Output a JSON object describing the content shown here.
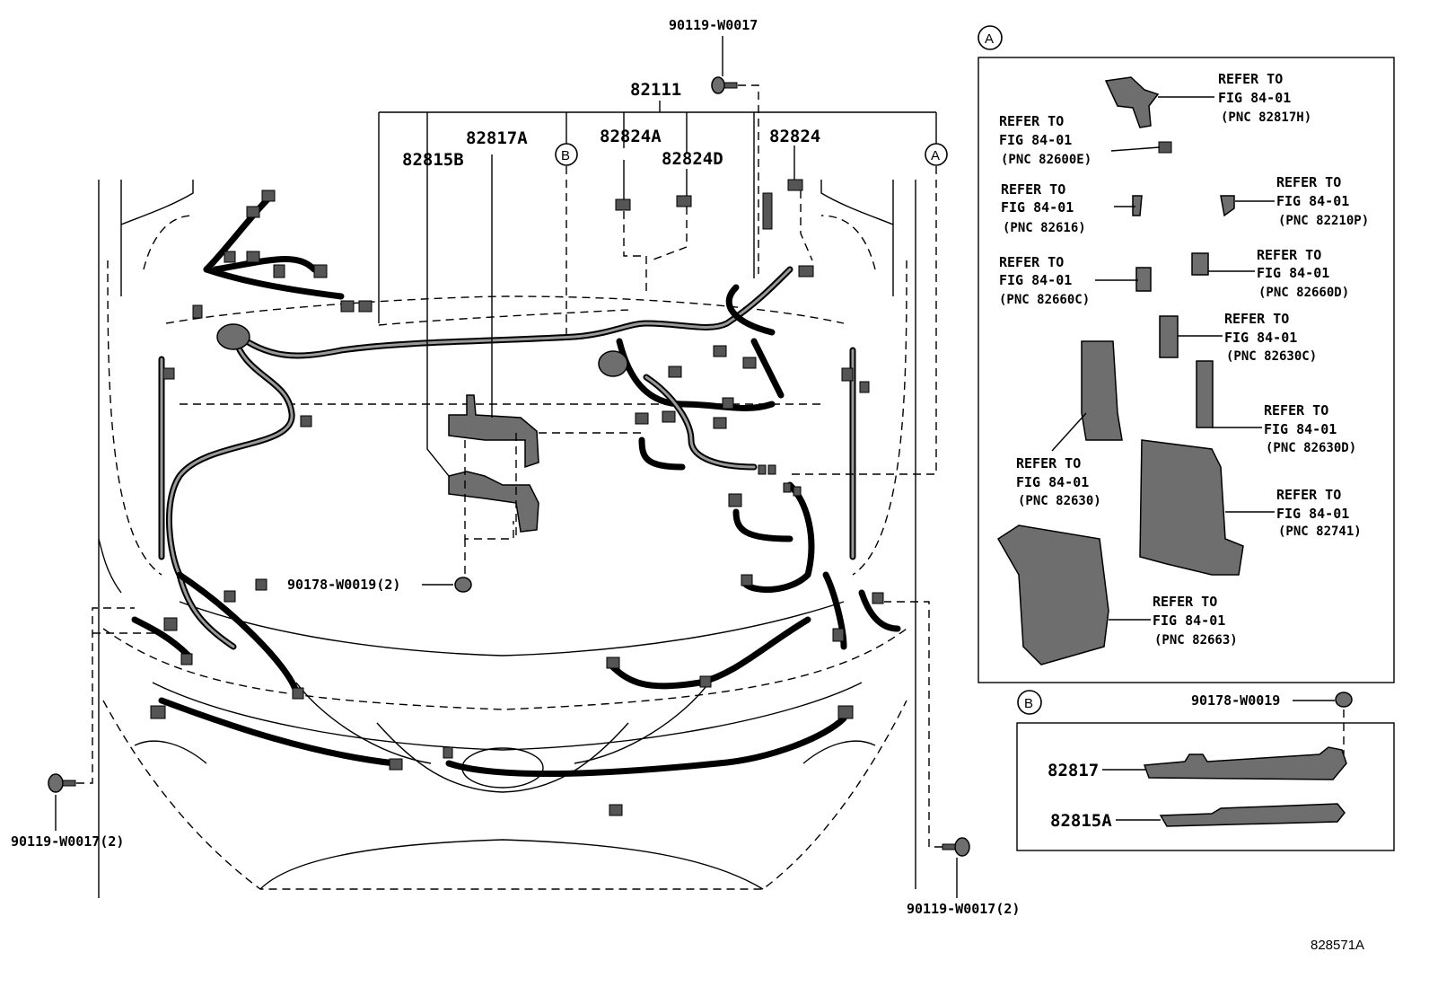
{
  "main_labels": {
    "bolt_top": "90119-W0017",
    "harness": "82111",
    "p82817A": "82817A",
    "p82815B": "82815B",
    "p82824A": "82824A",
    "p82824D": "82824D",
    "p82824": "82824",
    "callout_b": "B",
    "callout_a": "A",
    "clip_center": "90178-W0019(2)",
    "bolt_left": "90119-W0017(2)",
    "bolt_right": "90119-W0017(2)"
  },
  "inset_a": {
    "marker": "A",
    "refs": [
      {
        "line1": "REFER TO",
        "line2": "FIG 84-01",
        "pnc": "(PNC 82817H)"
      },
      {
        "line1": "REFER TO",
        "line2": "FIG 84-01",
        "pnc": "(PNC 82600E)"
      },
      {
        "line1": "REFER TO",
        "line2": "FIG 84-01",
        "pnc": "(PNC 82616)"
      },
      {
        "line1": "REFER TO",
        "line2": "FIG 84-01",
        "pnc": "(PNC 82210P)"
      },
      {
        "line1": "REFER TO",
        "line2": "FIG 84-01",
        "pnc": "(PNC 82660C)"
      },
      {
        "line1": "REFER TO",
        "line2": "FIG 84-01",
        "pnc": "(PNC 82660D)"
      },
      {
        "line1": "REFER TO",
        "line2": "FIG 84-01",
        "pnc": "(PNC 82630C)"
      },
      {
        "line1": "REFER TO",
        "line2": "FIG 84-01",
        "pnc": "(PNC 82630D)"
      },
      {
        "line1": "REFER TO",
        "line2": "FIG 84-01",
        "pnc": "(PNC 82630)"
      },
      {
        "line1": "REFER TO",
        "line2": "FIG 84-01",
        "pnc": "(PNC 82741)"
      },
      {
        "line1": "REFER TO",
        "line2": "FIG 84-01",
        "pnc": "(PNC 82663)"
      }
    ]
  },
  "inset_b": {
    "marker": "B",
    "clip": "90178-W0019",
    "p82817": "82817",
    "p82815A": "82815A"
  },
  "figure_code": "828571A"
}
